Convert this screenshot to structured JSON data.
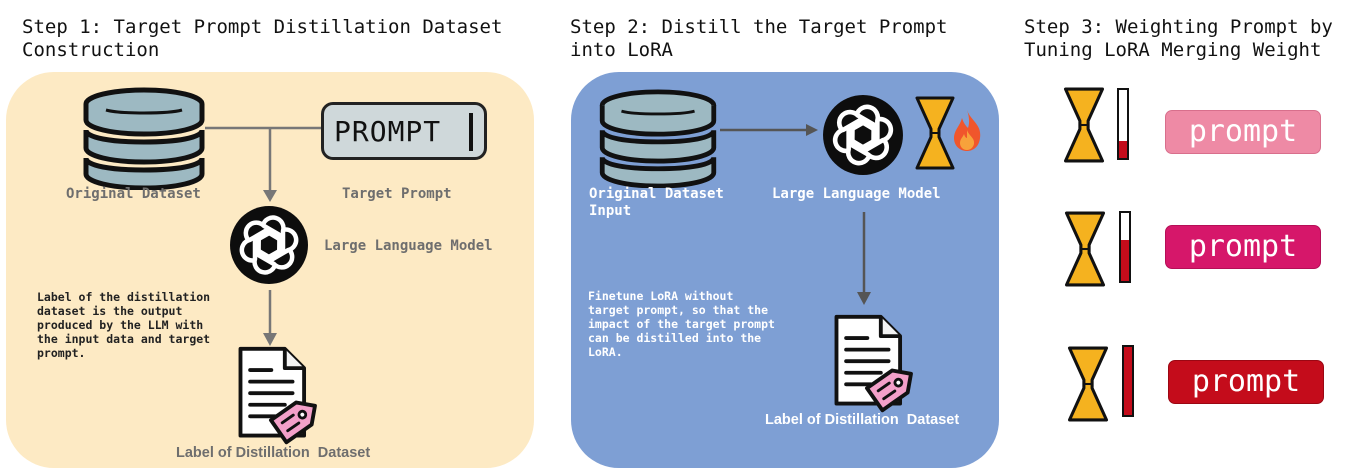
{
  "steps": [
    {
      "title": "Step 1: Target Prompt Distillation Dataset\nConstruction"
    },
    {
      "title": "Step 2: Distill the Target Prompt\ninto LoRA"
    },
    {
      "title": "Step 3: Weighting Prompt by\nTuning LoRA Merging Weight"
    }
  ],
  "step1": {
    "original_dataset": "Original Dataset",
    "prompt_badge": "PROMPT",
    "target_prompt": "Target Prompt",
    "llm": "Large Language Model",
    "note": "Label of the distillation\ndataset is the output\nproduced by the LLM with\nthe input data and target\nprompt.",
    "label_doc": "Label of Distillation  Dataset"
  },
  "step2": {
    "input": "Original Dataset\nInput",
    "llm": "Large Language Model",
    "note": "Finetune LoRA without\ntarget prompt, so that the\nimpact of the target prompt\ncan be distilled into the\nLoRA.",
    "label_doc": "Label of Distillation  Dataset"
  },
  "step3": {
    "rows": [
      {
        "text": "prompt",
        "weight": 0.25,
        "color": "#ee8aa5"
      },
      {
        "text": "prompt",
        "weight": 0.6,
        "color": "#d6176a"
      },
      {
        "text": "prompt",
        "weight": 1.0,
        "color": "#c40c1b"
      }
    ]
  },
  "colors": {
    "panel1_bg": "#fdeac4",
    "panel2_bg": "#7e9fd4",
    "database": "#9db9c2",
    "lora_orange": "#f5b21f",
    "meter_red": "#c40c1b"
  }
}
